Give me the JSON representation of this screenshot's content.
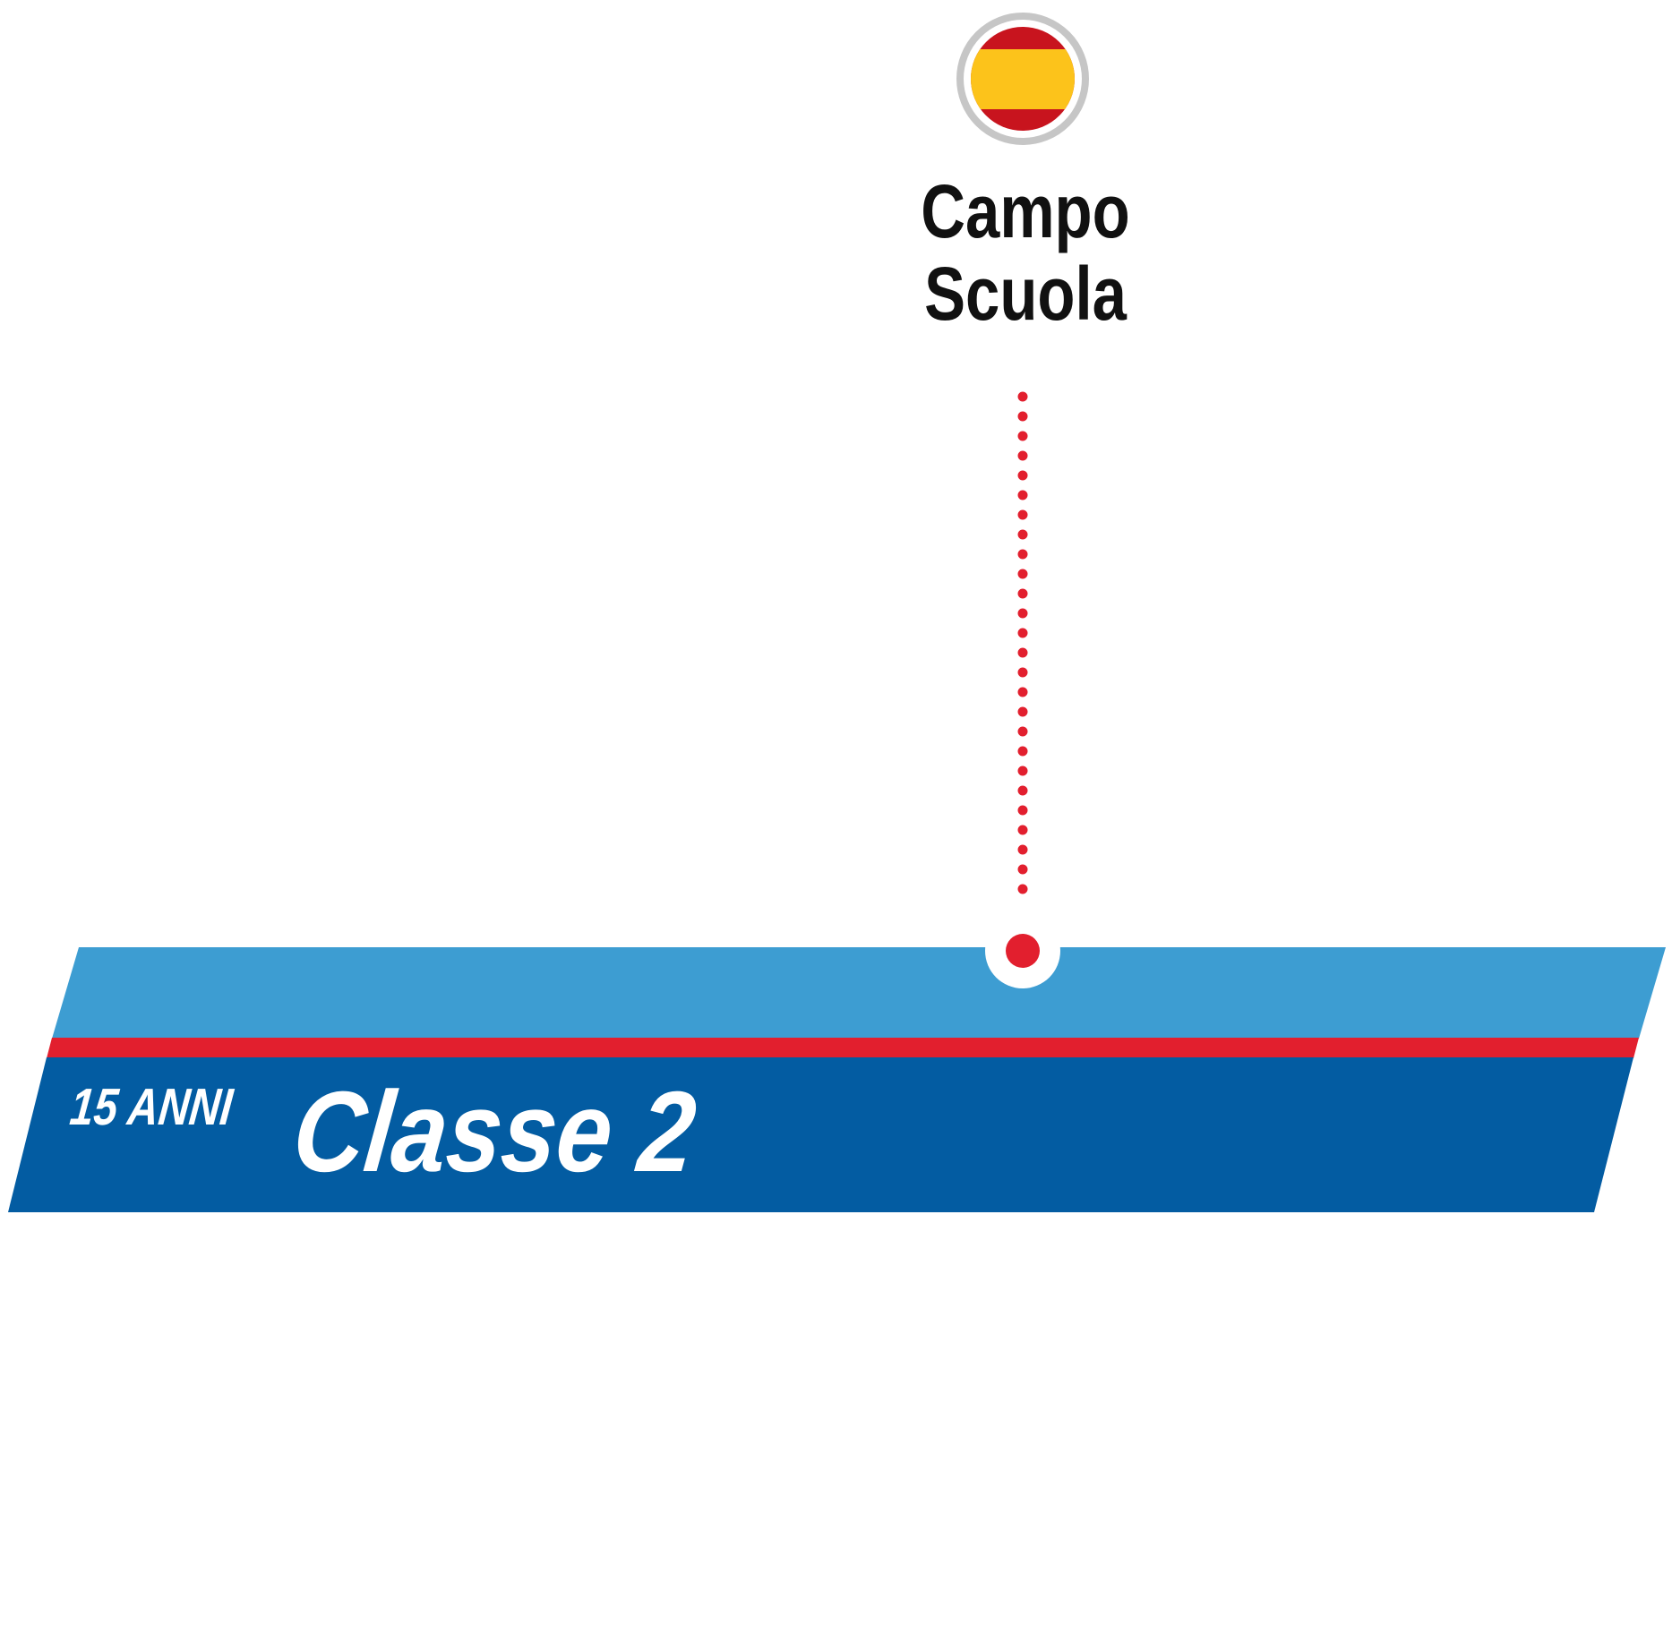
{
  "destination": {
    "line1": "Campo",
    "line2": "Scuola",
    "flag_icon": "spain-flag-icon"
  },
  "program": {
    "age": "15 ANNI",
    "class": "Classe 2"
  },
  "colors": {
    "band_light": "#3d9dd2",
    "band_dark": "#035ca2",
    "accent_red": "#e21f2e",
    "flag_red": "#c8141e",
    "flag_yellow": "#fcc31b",
    "flag_ring": "#c6c6c6",
    "text": "#111111"
  }
}
